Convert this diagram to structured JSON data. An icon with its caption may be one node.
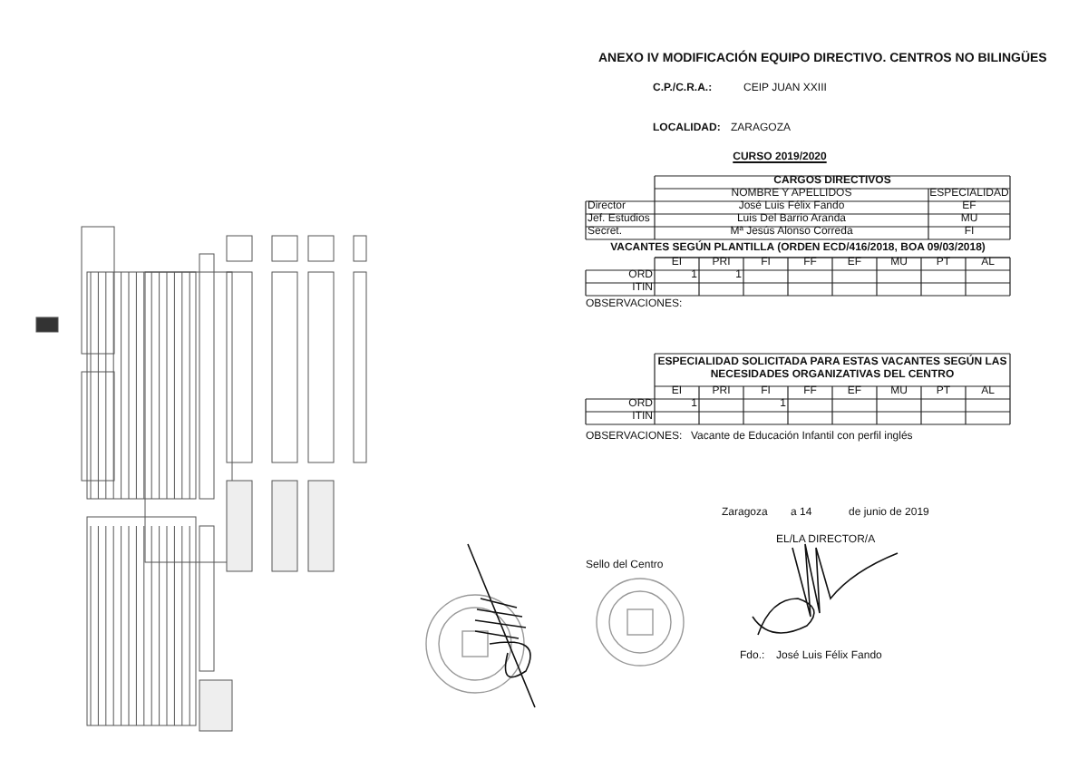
{
  "diagram": {
    "title": "ANEXO IV MODIFICACIÓN EQUIPO DIRECTIVO. CENTROS NO BILINGÜES",
    "labels": [
      "C.P./C.R.A.:",
      "CEIP JUAN XXIII",
      "LOCALIDAD:",
      "ZARAGOZA",
      "CURSO 2019/2020",
      "CARGOS DIRECTIVOS",
      "NOMBRE Y APELLIDOS",
      "ESPECIALIDAD",
      "Director",
      "José Luis Félix Fando",
      "EF",
      "Jef. Estudios",
      "Luis Del Barrio Aranda",
      "MU",
      "Secret.",
      "Mª Jesús Alonso Correda",
      "FI",
      "VACANTES SEGÚN PLANTILLA (ORDEN ECD/416/2018, BOA 09/03/2018)",
      "EI",
      "PRI",
      "FI",
      "FF",
      "EF",
      "MU",
      "PT",
      "AL",
      "ORD",
      "1",
      "1",
      "ITIN",
      "OBSERVACIONES:",
      "ESPECIALIDAD SOLICITADA PARA ESTAS VACANTES SEGÚN LAS NECESIDADES ORGANIZATIVAS DEL CENTRO",
      "EI",
      "PRI",
      "FI",
      "FF",
      "EF",
      "MU",
      "PT",
      "AL",
      "ORD",
      "1",
      "1",
      "ITIN",
      "OBSERVACIONES:",
      "Vacante de Educación Infantil con perfil inglés",
      "Zaragoza",
      "a 14",
      "de junio de 2019",
      "EL/LA DIRECTOR/A",
      "Sello del Centro",
      "Fdo.:",
      "José Luis Félix Fando"
    ]
  }
}
